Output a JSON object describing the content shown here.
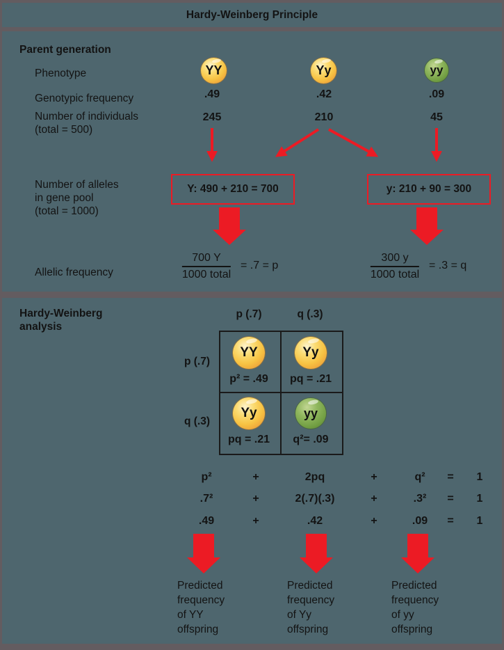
{
  "title": "Hardy-Weinberg Principle",
  "colors": {
    "panel": "#4e666e",
    "frame": "#635c60",
    "arrow_red": "#ec1b24"
  },
  "parent": {
    "heading": "Parent generation",
    "labels": {
      "phenotype": "Phenotype",
      "genotypic_frequency": "Genotypic frequency",
      "individuals_line1": "Number of individuals",
      "individuals_line2": "(total = 500)",
      "alleles_line1": "Number of alleles",
      "alleles_line2": "in gene pool",
      "alleles_line3": "(total = 1000)",
      "allelic_frequency": "Allelic frequency"
    },
    "columns": [
      {
        "genotype": "YY",
        "pea_color": "yellow",
        "genotypic_frequency": ".49",
        "individuals": "245"
      },
      {
        "genotype": "Yy",
        "pea_color": "yellow",
        "genotypic_frequency": ".42",
        "individuals": "210"
      },
      {
        "genotype": "yy",
        "pea_color": "green",
        "genotypic_frequency": ".09",
        "individuals": "45"
      }
    ],
    "allele_boxes": [
      {
        "text": "Y: 490 + 210 = 700"
      },
      {
        "text": "y: 210 + 90 = 300"
      }
    ],
    "allelic_frequencies": [
      {
        "numerator": "700 Y",
        "denominator": "1000 total",
        "result": "= .7 = p"
      },
      {
        "numerator": "300 y",
        "denominator": "1000 total",
        "result": "= .3 = q"
      }
    ]
  },
  "analysis": {
    "heading_line1": "Hardy-Weinberg",
    "heading_line2": "analysis",
    "col_headers": [
      "p (.7)",
      "q (.3)"
    ],
    "row_headers": [
      "p (.7)",
      "q (.3)"
    ],
    "punnett_cells": [
      {
        "genotype": "YY",
        "pea_color": "yellow",
        "formula": "p² = .49"
      },
      {
        "genotype": "Yy",
        "pea_color": "yellow",
        "formula": "pq = .21"
      },
      {
        "genotype": "Yy",
        "pea_color": "yellow",
        "formula": "pq = .21"
      },
      {
        "genotype": "yy",
        "pea_color": "green",
        "formula": "q²= .09"
      }
    ],
    "equations": [
      [
        "p²",
        "+",
        "2pq",
        "+",
        "q²",
        "=",
        "1"
      ],
      [
        ".7²",
        "+",
        "2(.7)(.3)",
        "+",
        ".3²",
        "=",
        "1"
      ],
      [
        ".49",
        "+",
        ".42",
        "+",
        ".09",
        "=",
        "1"
      ]
    ],
    "predictions": [
      {
        "lines": [
          "Predicted",
          "frequency",
          "of YY",
          "offspring"
        ]
      },
      {
        "lines": [
          "Predicted",
          "frequency",
          "of Yy",
          "offspring"
        ]
      },
      {
        "lines": [
          "Predicted",
          "frequency",
          "of yy",
          "offspring"
        ]
      }
    ]
  }
}
